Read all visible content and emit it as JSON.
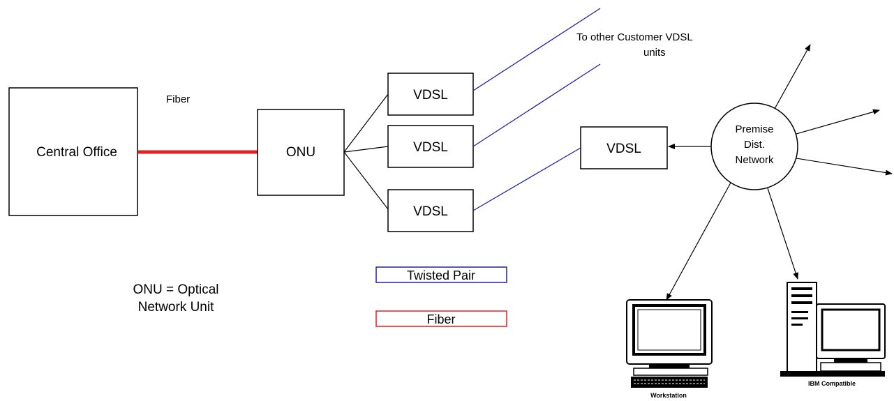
{
  "nodes": {
    "central_office": "Central Office",
    "onu": "ONU",
    "vdsl_1": "VDSL",
    "vdsl_2": "VDSL",
    "vdsl_3": "VDSL",
    "vdsl_customer": "VDSL",
    "premise_line1": "Premise",
    "premise_line2": "Dist.",
    "premise_line3": "Network"
  },
  "labels": {
    "fiber_link": "Fiber",
    "other_units_line1": "To other Customer VDSL",
    "other_units_line2": "units",
    "onu_def_line1": "ONU = Optical",
    "onu_def_line2": "Network Unit",
    "workstation": "Workstation",
    "ibm_compatible": "IBM Compatible"
  },
  "legend": {
    "twisted_pair": "Twisted Pair",
    "fiber": "Fiber"
  },
  "colors": {
    "fiber": "#e02020",
    "twisted_pair": "#2020a0",
    "line": "#000000"
  },
  "icons": {
    "workstation": "workstation-computer-icon",
    "ibm_compatible": "tower-pc-icon"
  }
}
